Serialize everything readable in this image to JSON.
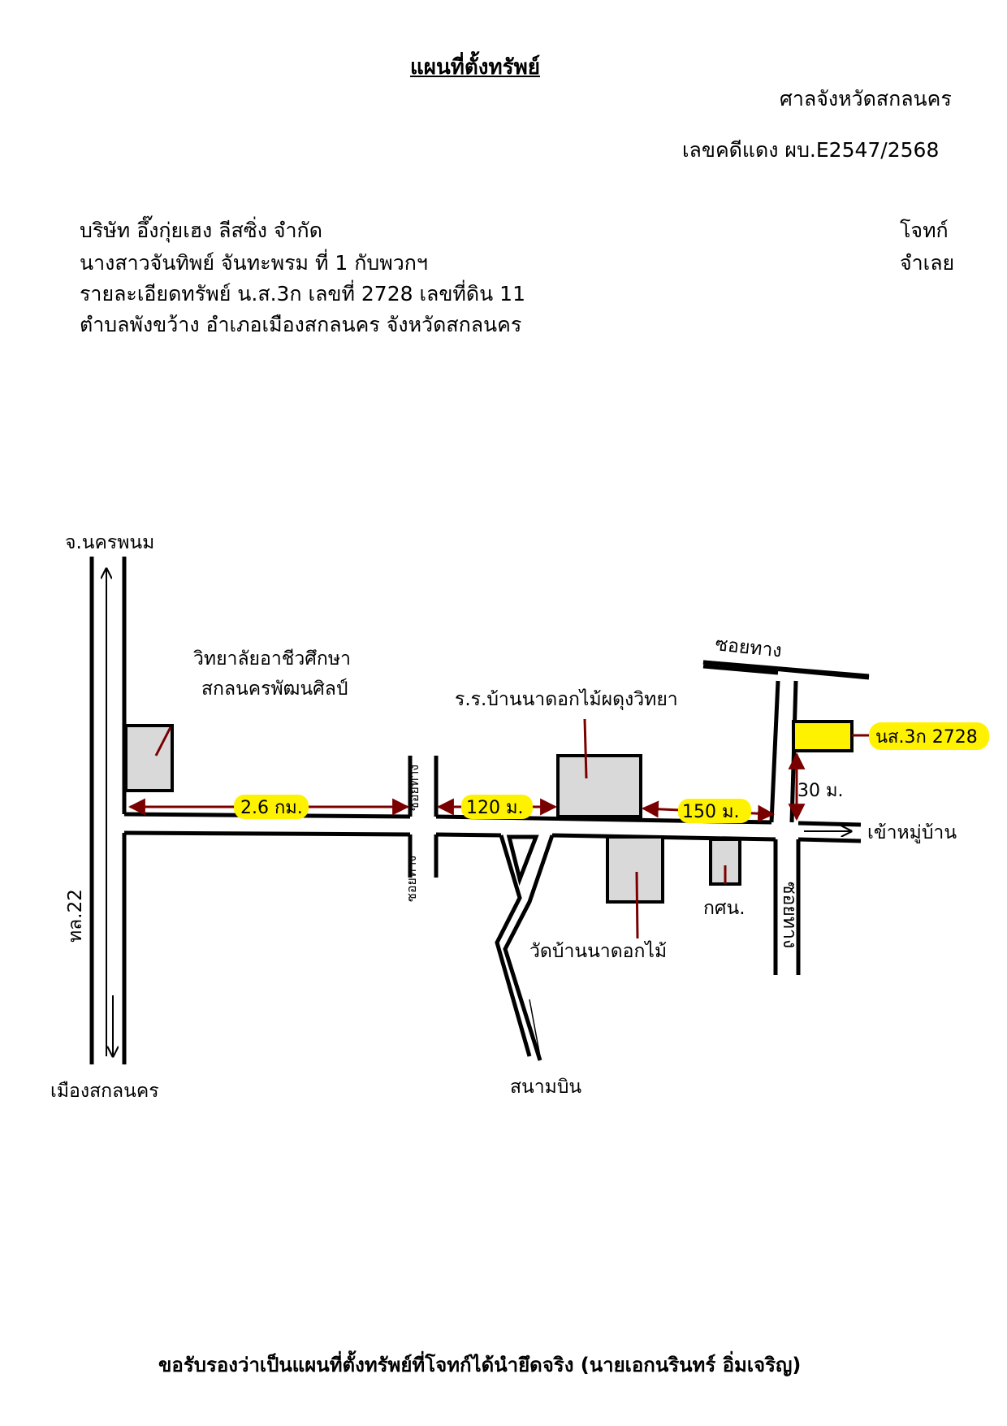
{
  "header": {
    "title": "แผนที่ตั้งทรัพย์",
    "court": "ศาลจังหวัดสกลนคร",
    "case_number": "เลขคดีแดง ผบ.E2547/2568"
  },
  "parties": {
    "plaintiff_name": "บริษัท อึ๊งกุ่ยเฮง ลีสซิ่ง จำกัด",
    "plaintiff_role": "โจทก์",
    "defendant_name": "นางสาวจันทิพย์ จันทะพรม ที่ 1 กับพวกฯ",
    "defendant_role": "จำเลย",
    "property_detail": "รายละเอียดทรัพย์ น.ส.3ก เลขที่ 2728 เลขที่ดิน 11",
    "location": "ตำบลพังขว้าง อำเภอเมืองสกลนคร จังหวัดสกลนคร"
  },
  "map": {
    "to_nakhon_phanom": "จ.นครพนม",
    "to_mueang_sakon": "เมืองสกลนคร",
    "highway": "ทล.22",
    "college_line1": "วิทยาลัยอาชีวศึกษา",
    "college_line2": "สกลนครพัฒนศิลป์",
    "dist_1": "2.6 กม.",
    "soi_tang_upper": "ซอยทาง",
    "soi_tang_lower": "ซอยทาง",
    "dist_2": "120 ม.",
    "school": "ร.ร.บ้านนาดอกไม้ผดุงวิทยา",
    "dist_3": "150 ม.",
    "soi_tang_top": "ซอยทาง",
    "plot": "นส.3ก 2728",
    "dist_4": "30 ม.",
    "to_village": "เข้าหมู่บ้าน",
    "soi_tang_right": "ซอยทาง",
    "temple": "วัดบ้านนาดอกไม้",
    "kor_sor_nor": "กศน.",
    "airport": "สนามบิน"
  },
  "colors": {
    "road": "#000000",
    "building": "#d9d9d9",
    "highlight": "#fff200",
    "arrow": "#7a0000"
  },
  "footer": {
    "certification": "ขอรับรองว่าเป็นแผนที่ตั้งทรัพย์ที่โจทก์ได้นำยึดจริง (นายเอกนรินทร์ อิ่มเจริญ)"
  }
}
